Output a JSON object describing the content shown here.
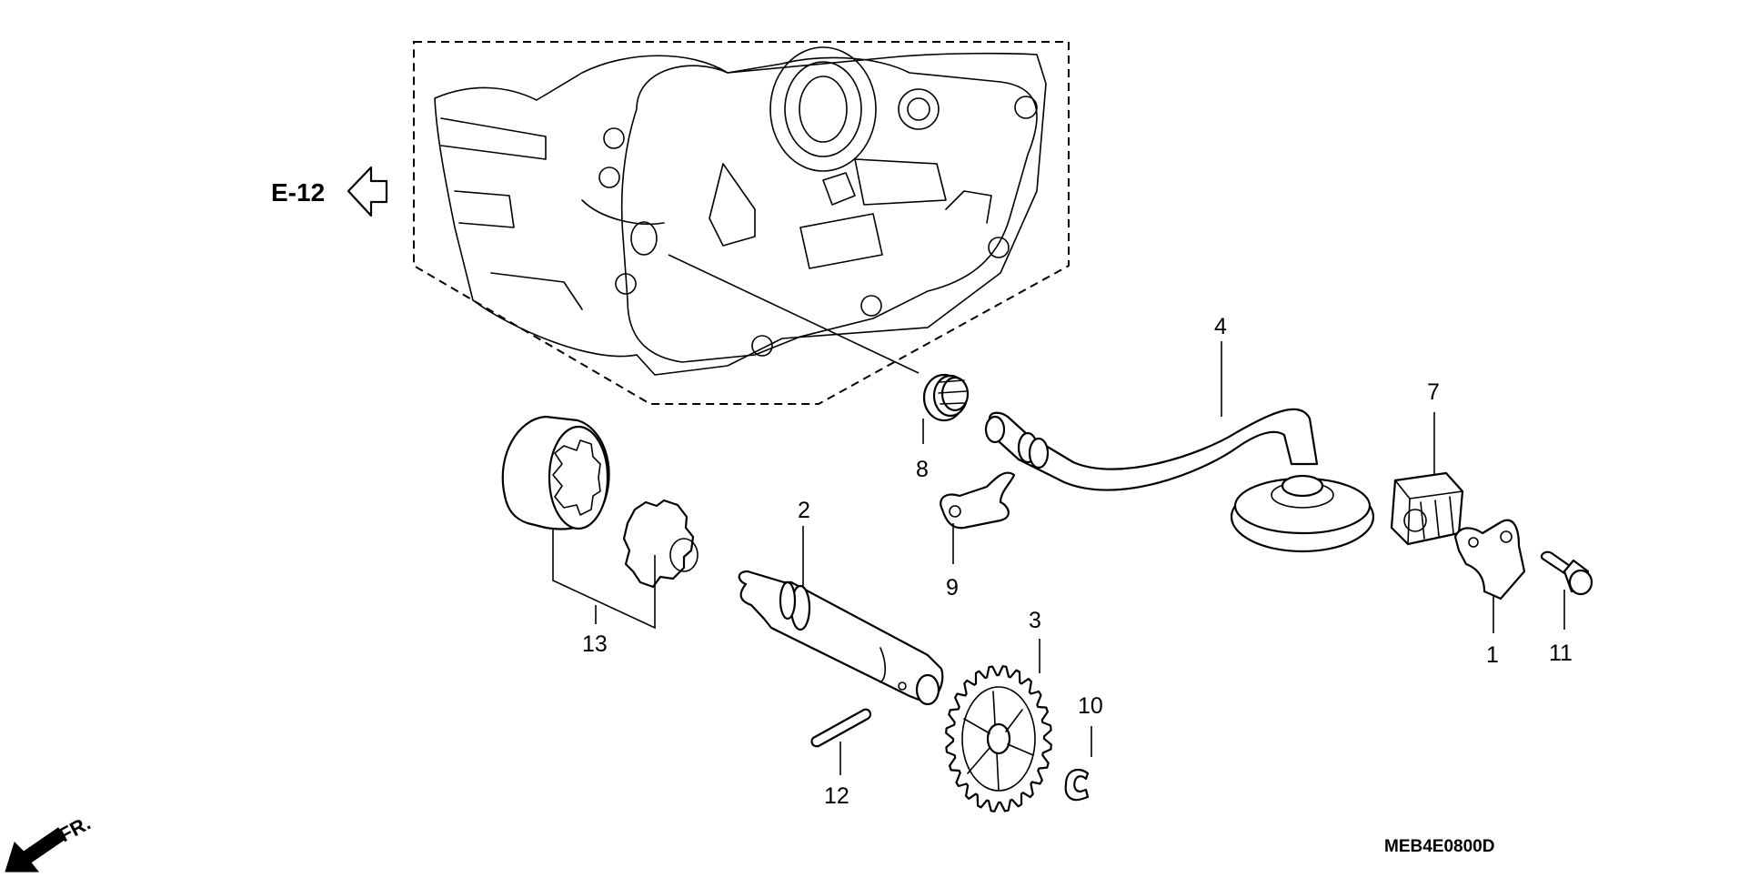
{
  "diagram": {
    "reference_arrow": {
      "label": "E-12",
      "icon": "hollow-left-arrow-icon"
    },
    "front_indicator": {
      "label": "FR.",
      "icon": "solid-arrow-down-left-icon"
    },
    "drawing_code": "MEB4E0800D",
    "callouts": {
      "c1": "1",
      "c2": "2",
      "c3": "3",
      "c4": "4",
      "c7": "7",
      "c8": "8",
      "c9": "9",
      "c10": "10",
      "c11": "11",
      "c12": "12",
      "c13": "13"
    }
  }
}
